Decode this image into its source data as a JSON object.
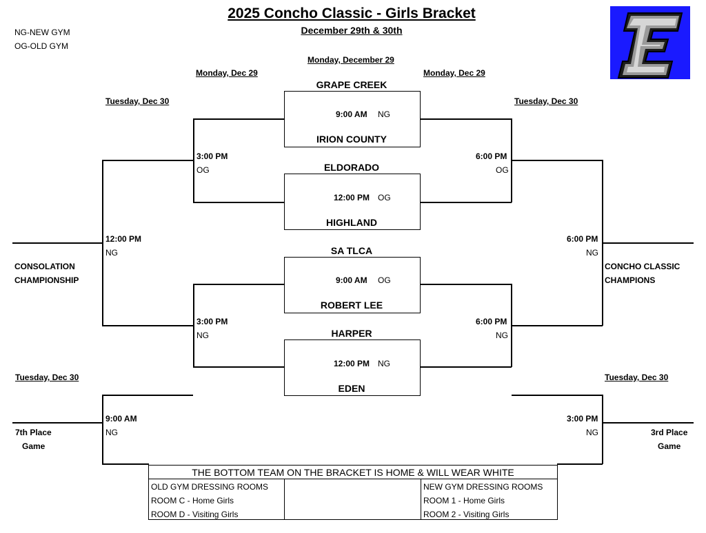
{
  "header": {
    "title": "2025 Concho Classic - Girls Bracket",
    "subtitle": "December 29th & 30th",
    "legend_ng": "NG-NEW GYM",
    "legend_og": "OG-OLD GYM"
  },
  "logo": {
    "icon": "e-letter-logo-icon",
    "letter": "E",
    "bg": "#1a1aff"
  },
  "days": {
    "center_top": "Monday, December 29",
    "left_mon": "Monday, Dec 29",
    "right_mon": "Monday, Dec 29",
    "left_tue": "Tuesday, Dec 30",
    "right_tue": "Tuesday, Dec 30",
    "left_tue_bottom": "Tuesday, Dec 30",
    "right_tue_bottom": "Tuesday, Dec 30"
  },
  "first_round": [
    {
      "top": "GRAPE CREEK",
      "bottom": "IRION COUNTY",
      "time": "9:00 AM",
      "gym": "NG"
    },
    {
      "top": "ELDORADO",
      "bottom": "HIGHLAND",
      "time": "12:00 PM",
      "gym": "OG"
    },
    {
      "top": "SA TLCA",
      "bottom": "ROBERT LEE",
      "time": "9:00 AM",
      "gym": "OG"
    },
    {
      "top": "HARPER",
      "bottom": "EDEN",
      "time": "12:00 PM",
      "gym": "NG"
    }
  ],
  "consolation_semis": [
    {
      "time": "3:00 PM",
      "gym": "OG"
    },
    {
      "time": "3:00 PM",
      "gym": "NG"
    }
  ],
  "champ_semis": [
    {
      "time": "6:00 PM",
      "gym": "OG"
    },
    {
      "time": "6:00 PM",
      "gym": "NG"
    }
  ],
  "consolation_final": {
    "time": "12:00 PM",
    "gym": "NG",
    "label1": "CONSOLATION",
    "label2": "CHAMPIONSHIP"
  },
  "champ_final": {
    "time": "6:00 PM",
    "gym": "NG",
    "label1": "CONCHO CLASSIC",
    "label2": "CHAMPIONS"
  },
  "seventh": {
    "time": "9:00 AM",
    "gym": "NG",
    "label1": "7th Place",
    "label2": "Game"
  },
  "third": {
    "time": "3:00 PM",
    "gym": "NG",
    "label1": "3rd Place",
    "label2": "Game"
  },
  "notes": {
    "home_note": "THE BOTTOM TEAM ON THE BRACKET IS HOME & WILL WEAR WHITE",
    "old_gym": {
      "title": "OLD GYM DRESSING ROOMS",
      "home": "ROOM C - Home Girls",
      "visit": "ROOM D - Visiting Girls"
    },
    "new_gym": {
      "title": "NEW GYM DRESSING ROOMS",
      "home": "ROOM 1 - Home Girls",
      "visit": "ROOM 2 - Visiting Girls"
    }
  }
}
